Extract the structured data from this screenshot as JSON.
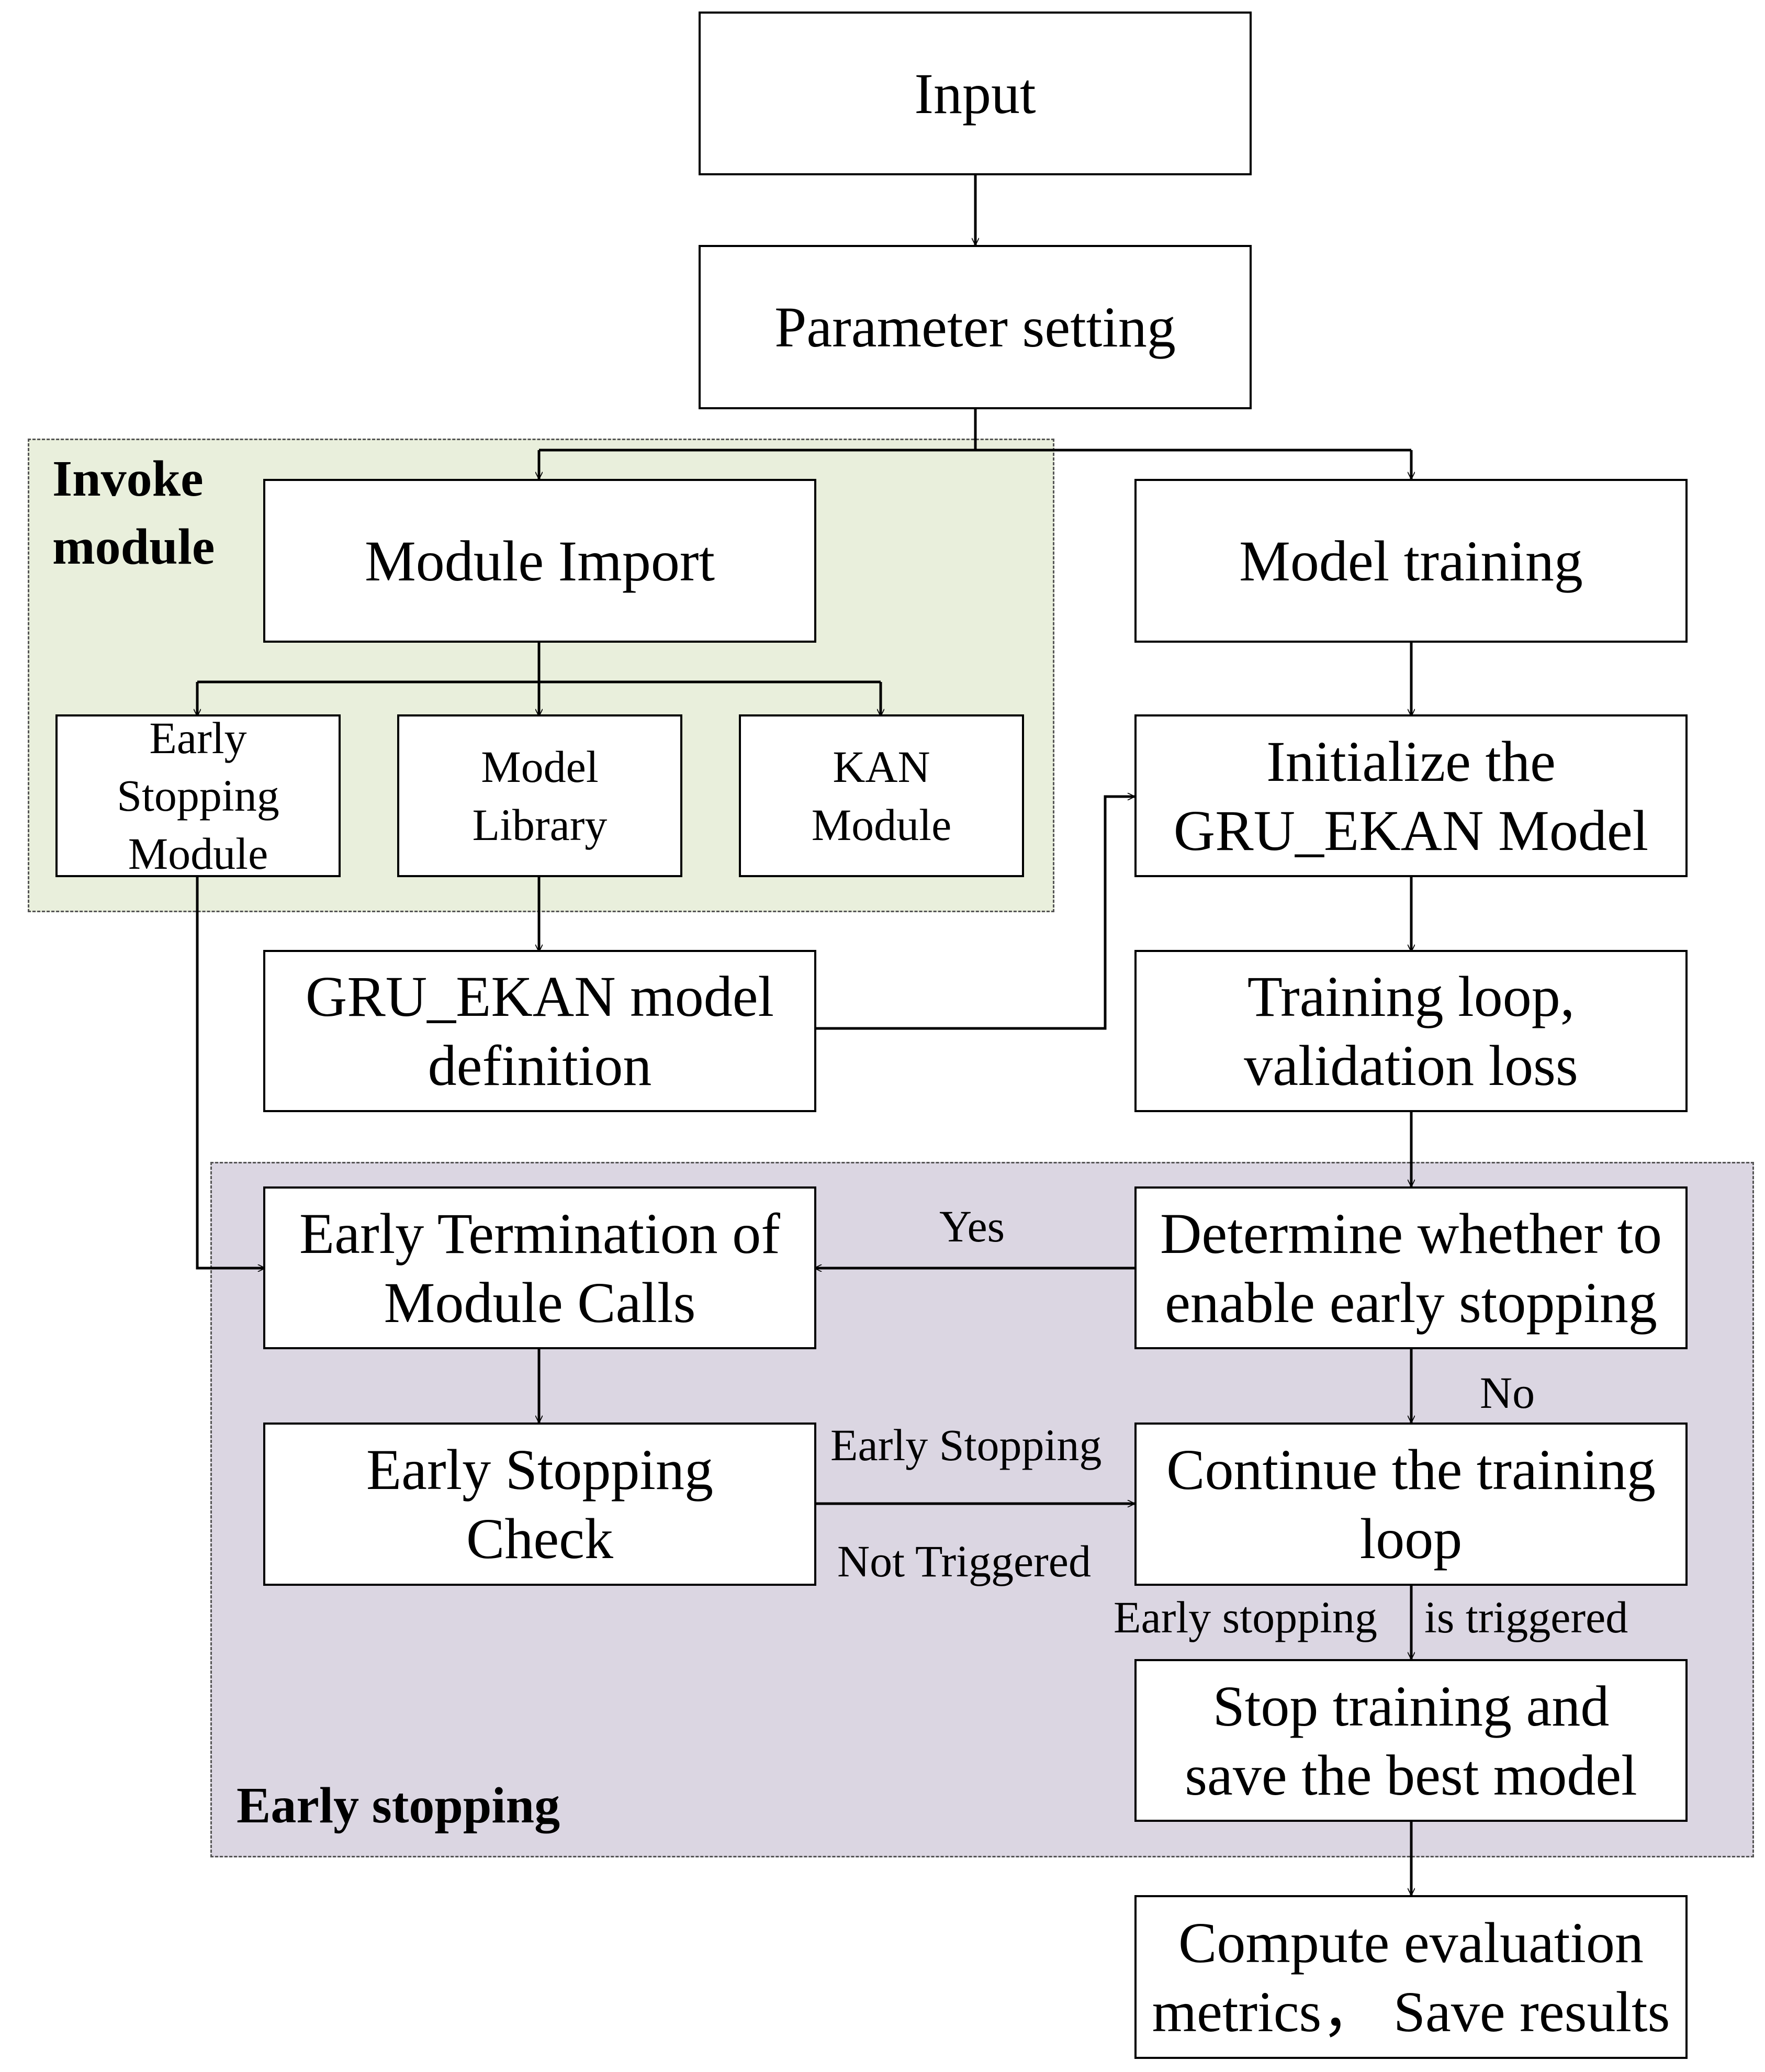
{
  "groups": {
    "invoke_module": "Invoke\nmodule",
    "early_stopping": "Early stopping"
  },
  "nodes": {
    "input": "Input",
    "parameter_setting": "Parameter setting",
    "module_import": "Module Import",
    "model_training": "Model training",
    "early_stopping_module": "Early\nStopping\nModule",
    "model_library": "Model\nLibrary",
    "kan_module": "KAN\nModule",
    "initialize_model": "Initialize the\nGRU_EKAN Model",
    "model_definition": "GRU_EKAN model\ndefinition",
    "training_loop": "Training loop,\nvalidation loss",
    "early_termination": "Early Termination of\nModule Calls",
    "determine_early_stopping": "Determine whether to\nenable early stopping",
    "early_stopping_check": "Early Stopping\nCheck",
    "continue_training": "Continue the training\nloop",
    "stop_training": "Stop training and\nsave the best model",
    "compute_metrics": "Compute evaluation\nmetrics， Save results"
  },
  "edge_labels": {
    "yes": "Yes",
    "no": "No",
    "early_stopping": "Early Stopping",
    "not_triggered": "Not Triggered",
    "early_stopping_triggered_a": "Early stopping",
    "early_stopping_triggered_b": "is triggered"
  }
}
